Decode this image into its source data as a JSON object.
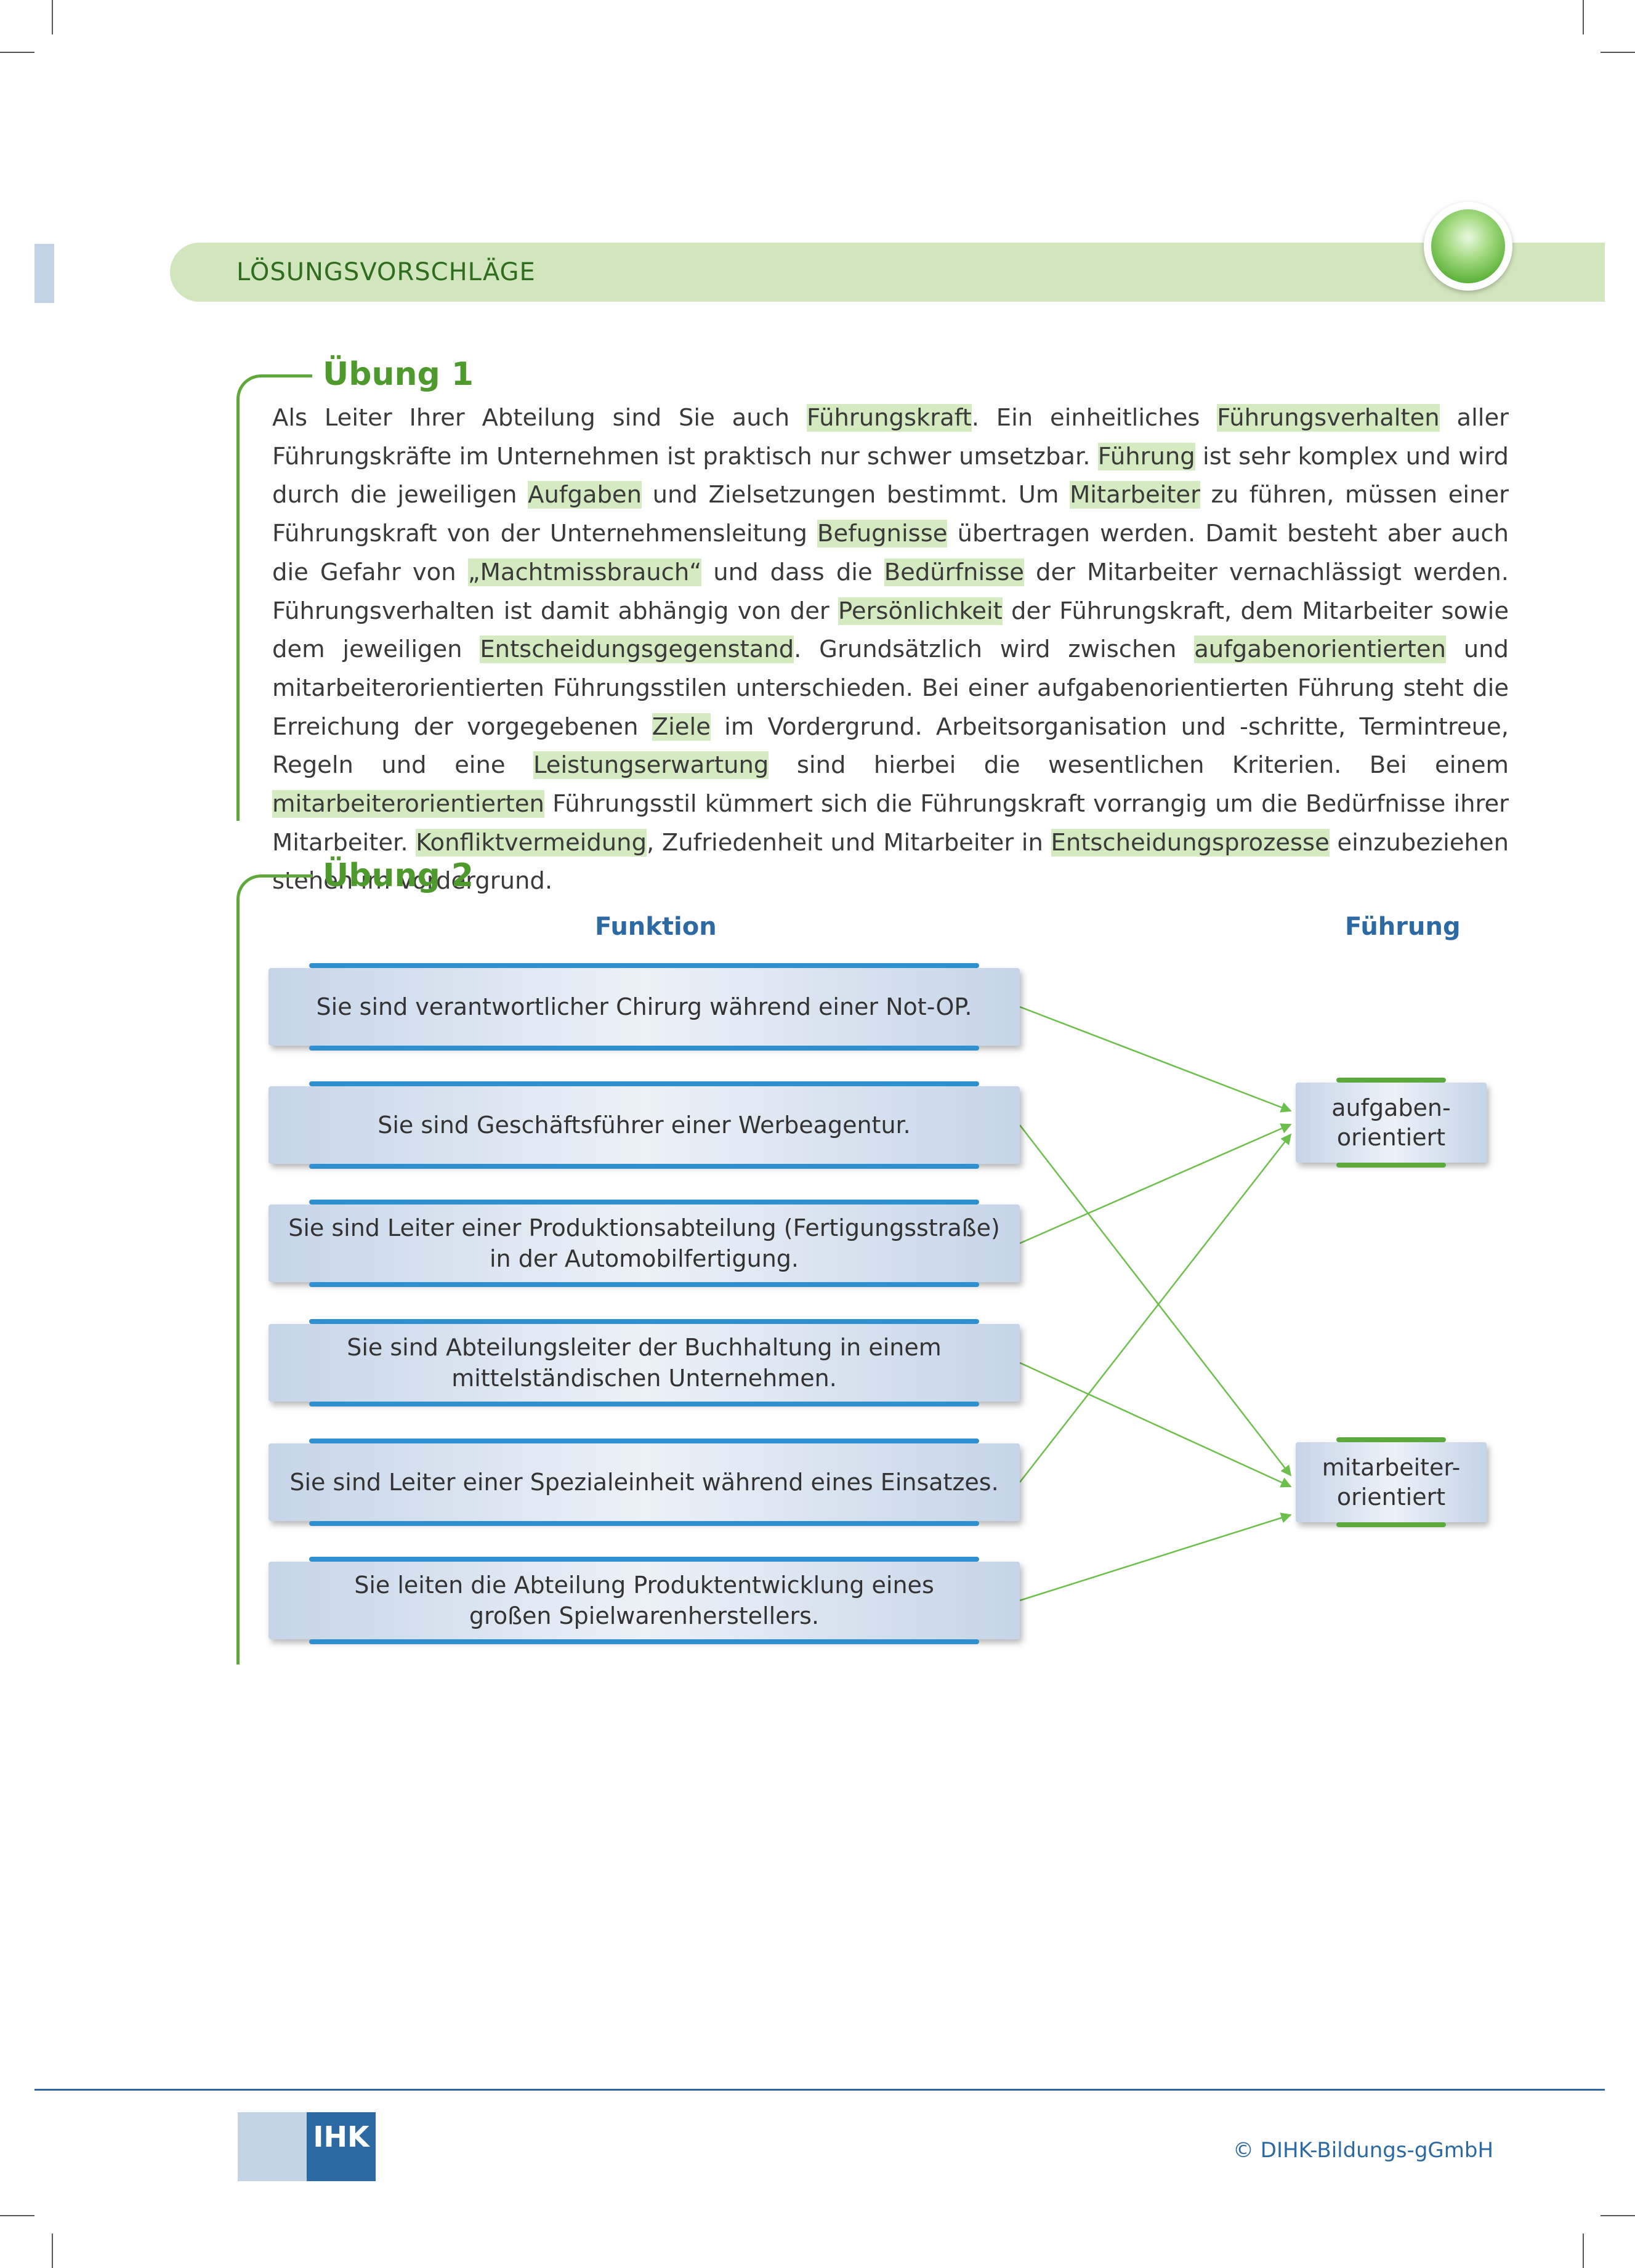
{
  "header": {
    "title": "LÖSUNGSVORSCHLÄGE"
  },
  "exercise1": {
    "title": "Übung 1",
    "segments": [
      {
        "t": "Als Leiter Ihrer Abteilung sind Sie auch "
      },
      {
        "t": "Führungskraft",
        "hl": true
      },
      {
        "t": ". Ein einheitliches "
      },
      {
        "t": "Führungsverhalten",
        "hl": true
      },
      {
        "t": " aller Führungskräfte im Unternehmen ist praktisch nur schwer umsetzbar. "
      },
      {
        "t": "Führung",
        "hl": true
      },
      {
        "t": " ist sehr komplex und wird durch die jeweiligen "
      },
      {
        "t": "Aufgaben",
        "hl": true
      },
      {
        "t": " und Zielsetzungen bestimmt. Um "
      },
      {
        "t": "Mitarbeiter",
        "hl": true
      },
      {
        "t": " zu führen, müssen einer Führungskraft von der Unternehmens­leitung "
      },
      {
        "t": "Befugnisse",
        "hl": true
      },
      {
        "t": " übertragen werden. Damit besteht aber auch die Gefahr von "
      },
      {
        "t": "„Machtmissbrauch“",
        "hl": true
      },
      {
        "t": " und dass die "
      },
      {
        "t": "Bedürfnisse",
        "hl": true
      },
      {
        "t": " der Mitarbeiter vernachlässigt werden. Führungsverhalten ist damit abhängig von der "
      },
      {
        "t": "Persönlichkeit",
        "hl": true
      },
      {
        "t": " der Führungskraft, dem Mitarbeiter sowie dem jeweiligen "
      },
      {
        "t": "Entscheidungsgegenstand",
        "hl": true
      },
      {
        "t": ". Grundsätzlich wird zwischen "
      },
      {
        "t": "aufgabenorientierten",
        "hl": true
      },
      {
        "t": " und mitarbeiterorientierten Führungsstilen unterschieden. Bei einer aufgabenorientierten Führung steht die Erreichung der vorgegebenen "
      },
      {
        "t": "Ziele",
        "hl": true
      },
      {
        "t": " im Vordergrund. Arbeitsorganisation und -schritte, Termin­treue, Regeln und eine "
      },
      {
        "t": "Leistungserwartung",
        "hl": true
      },
      {
        "t": " sind hierbei die wesentlichen Kriterien. Bei einem "
      },
      {
        "t": "mitarbeiterorientierten",
        "hl": true
      },
      {
        "t": " Führungsstil kümmert sich die Führungskraft vorrangig um die Bedürfnisse ihrer Mitarbeiter. "
      },
      {
        "t": "Konfliktvermeidung",
        "hl": true
      },
      {
        "t": ", Zufriedenheit und Mitarbeiter in "
      },
      {
        "t": "Entscheidungsprozesse",
        "hl": true
      },
      {
        "t": " einzubeziehen stehen im Vordergrund."
      }
    ]
  },
  "exercise2": {
    "title": "Übung 2",
    "col_left": "Funktion",
    "col_right": "Führung",
    "functions": [
      {
        "line1": "Sie sind verantwortlicher Chirurg während einer Not-OP.",
        "line2": ""
      },
      {
        "line1": "Sie sind Geschäftsführer einer Werbeagentur.",
        "line2": ""
      },
      {
        "line1": "Sie sind Leiter einer Produktionsabteilung (Fertigungsstraße)",
        "line2": "in der Automobilfertigung."
      },
      {
        "line1": "Sie sind Abteilungsleiter der Buchhaltung in einem",
        "line2": "mittelständischen Unternehmen."
      },
      {
        "line1": "Sie sind Leiter einer Spezialeinheit während eines Einsatzes.",
        "line2": ""
      },
      {
        "line1": "Sie leiten die Abteilung Produktentwicklung eines",
        "line2": "großen Spielwarenherstellers."
      }
    ],
    "styles": [
      {
        "line1": "aufgaben-",
        "line2": "orientiert"
      },
      {
        "line1": "mitarbeiter-",
        "line2": "orientiert"
      }
    ],
    "mapping": [
      0,
      1,
      0,
      1,
      0,
      1
    ],
    "line_color": "#6cbf4a"
  },
  "footer": {
    "logo": "IHK",
    "copyright": "© DIHK-Bildungs-gGmbH"
  }
}
